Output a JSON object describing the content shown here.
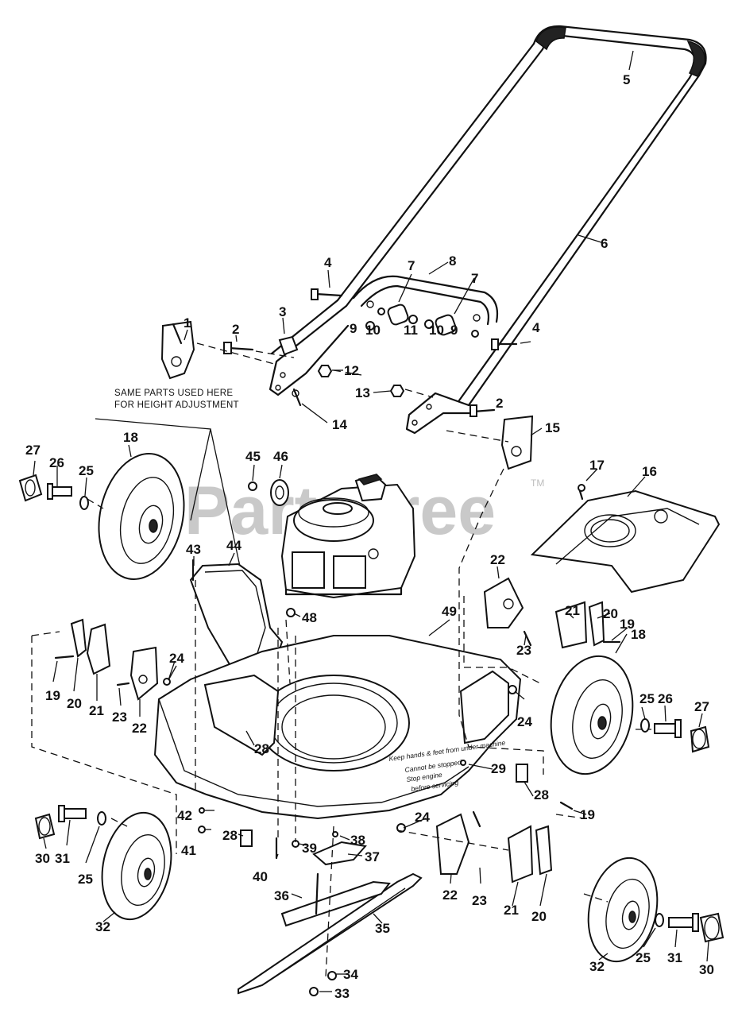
{
  "watermark": {
    "text": "PartsTree",
    "trademark": "TM"
  },
  "note": {
    "line1": "SAME PARTS USED HERE",
    "line2": "FOR HEIGHT ADJUSTMENT"
  },
  "decal": {
    "line1": "Keep hands & feet from under machine",
    "line2": "Cannot be stopped",
    "line3": "Stop engine",
    "line4": "before servicing"
  },
  "callouts": [
    {
      "id": "c1",
      "label": "1"
    },
    {
      "id": "c2a",
      "label": "2"
    },
    {
      "id": "c2b",
      "label": "2"
    },
    {
      "id": "c3",
      "label": "3"
    },
    {
      "id": "c4a",
      "label": "4"
    },
    {
      "id": "c4b",
      "label": "4"
    },
    {
      "id": "c5",
      "label": "5"
    },
    {
      "id": "c6",
      "label": "6"
    },
    {
      "id": "c7a",
      "label": "7"
    },
    {
      "id": "c7b",
      "label": "7"
    },
    {
      "id": "c8",
      "label": "8"
    },
    {
      "id": "c9a",
      "label": "9"
    },
    {
      "id": "c9b",
      "label": "9"
    },
    {
      "id": "c10a",
      "label": "10"
    },
    {
      "id": "c10b",
      "label": "10"
    },
    {
      "id": "c11",
      "label": "11"
    },
    {
      "id": "c12",
      "label": "12"
    },
    {
      "id": "c13",
      "label": "13"
    },
    {
      "id": "c14",
      "label": "14"
    },
    {
      "id": "c15",
      "label": "15"
    },
    {
      "id": "c16",
      "label": "16"
    },
    {
      "id": "c17",
      "label": "17"
    },
    {
      "id": "c18a",
      "label": "18"
    },
    {
      "id": "c18b",
      "label": "18"
    },
    {
      "id": "c19a",
      "label": "19"
    },
    {
      "id": "c19b",
      "label": "19"
    },
    {
      "id": "c19c",
      "label": "19"
    },
    {
      "id": "c20a",
      "label": "20"
    },
    {
      "id": "c20b",
      "label": "20"
    },
    {
      "id": "c20c",
      "label": "20"
    },
    {
      "id": "c21a",
      "label": "21"
    },
    {
      "id": "c21b",
      "label": "21"
    },
    {
      "id": "c21c",
      "label": "21"
    },
    {
      "id": "c22a",
      "label": "22"
    },
    {
      "id": "c22b",
      "label": "22"
    },
    {
      "id": "c22c",
      "label": "22"
    },
    {
      "id": "c23a",
      "label": "23"
    },
    {
      "id": "c23b",
      "label": "23"
    },
    {
      "id": "c23c",
      "label": "23"
    },
    {
      "id": "c24a",
      "label": "24"
    },
    {
      "id": "c24b",
      "label": "24"
    },
    {
      "id": "c24c",
      "label": "24"
    },
    {
      "id": "c25a",
      "label": "25"
    },
    {
      "id": "c25b",
      "label": "25"
    },
    {
      "id": "c25c",
      "label": "25"
    },
    {
      "id": "c25d",
      "label": "25"
    },
    {
      "id": "c26a",
      "label": "26"
    },
    {
      "id": "c26b",
      "label": "26"
    },
    {
      "id": "c27a",
      "label": "27"
    },
    {
      "id": "c27b",
      "label": "27"
    },
    {
      "id": "c28a",
      "label": "28"
    },
    {
      "id": "c28b",
      "label": "28"
    },
    {
      "id": "c28c",
      "label": "28"
    },
    {
      "id": "c29",
      "label": "29"
    },
    {
      "id": "c30a",
      "label": "30"
    },
    {
      "id": "c30b",
      "label": "30"
    },
    {
      "id": "c31a",
      "label": "31"
    },
    {
      "id": "c31b",
      "label": "31"
    },
    {
      "id": "c32a",
      "label": "32"
    },
    {
      "id": "c32b",
      "label": "32"
    },
    {
      "id": "c33",
      "label": "33"
    },
    {
      "id": "c34",
      "label": "34"
    },
    {
      "id": "c35",
      "label": "35"
    },
    {
      "id": "c36",
      "label": "36"
    },
    {
      "id": "c37",
      "label": "37"
    },
    {
      "id": "c38",
      "label": "38"
    },
    {
      "id": "c39",
      "label": "39"
    },
    {
      "id": "c40",
      "label": "40"
    },
    {
      "id": "c41",
      "label": "41"
    },
    {
      "id": "c42",
      "label": "42"
    },
    {
      "id": "c43",
      "label": "43"
    },
    {
      "id": "c44",
      "label": "44"
    },
    {
      "id": "c45",
      "label": "45"
    },
    {
      "id": "c46",
      "label": "46"
    },
    {
      "id": "c48",
      "label": "48"
    },
    {
      "id": "c49",
      "label": "49"
    }
  ]
}
